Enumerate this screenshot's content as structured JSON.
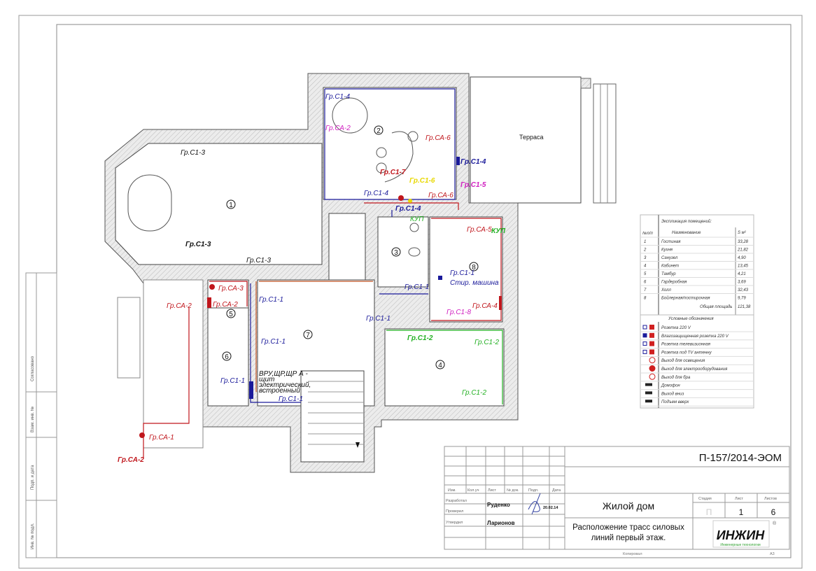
{
  "drawing": {
    "terrace_label": "Терраса",
    "room_numbers": [
      "1",
      "2",
      "3",
      "4",
      "5",
      "6",
      "7",
      "8"
    ],
    "labels": [
      "Гр.С1-3",
      "Гр.С1-3",
      "Гр.С1-3",
      "Гр.С1-4",
      "Гр.СА-2",
      "Гр.СА-6",
      "Гр.С1-4",
      "Гр.С1-7",
      "Гр.С1-6",
      "Гр.С1-5",
      "Гр.С1-4",
      "Гр.СА-6",
      "Гр.С1-4",
      "Гр.СА-5",
      "Гр.С1-1",
      "Стир. машина",
      "Гр.С1-1",
      "Гр.СА-4",
      "Гр.С1-8",
      "Гр.С1-1",
      "Гр.С1-2",
      "Гр.С1-2",
      "Гр.С1-2",
      "Гр.СА-3",
      "Гр.СА-2",
      "Гр.СА-2",
      "Гр.С1-1",
      "Гр.С1-1",
      "Гр.С1-1",
      "Гр.С1-1",
      "Гр.СА-1",
      "Гр.СА-2"
    ],
    "switchboard_note": [
      "ВРУ,ЩР,ЩР А -",
      "щит",
      "электрический,",
      "встроенный"
    ],
    "kup_label": "КУП",
    "colors": {
      "blue": "#1a1a9a",
      "red": "#c0161c",
      "magenta": "#d020c0",
      "green": "#22b022",
      "yellow": "#e8d800",
      "wall": "#d9d9d9"
    }
  },
  "explication": {
    "title": "Экспликация помещений:",
    "headers": [
      "№п/п",
      "Наименование",
      "S м²"
    ],
    "rows": [
      {
        "n": "1",
        "name": "Гостиная",
        "area": "33,28"
      },
      {
        "n": "2",
        "name": "Кухня",
        "area": "21,82"
      },
      {
        "n": "3",
        "name": "Санузел",
        "area": "4,90"
      },
      {
        "n": "4",
        "name": "Кабинет",
        "area": "13,45"
      },
      {
        "n": "5",
        "name": "Тамбур",
        "area": "4,21"
      },
      {
        "n": "6",
        "name": "Гардеробная",
        "area": "3,69"
      },
      {
        "n": "7",
        "name": "Холл",
        "area": "32,43"
      },
      {
        "n": "8",
        "name": "Бойлерная/постирочная",
        "area": "9,79"
      }
    ],
    "total_label": "Общая площадь",
    "total_value": "121,38"
  },
  "legend": {
    "title": "Условные обозначения",
    "items": [
      "Розетка 220 V",
      "Влагозащищенная розетка 220 V",
      "Розетка телевизионная",
      "Розетка под TV антенну",
      "Выход для освещения",
      "Выход для электрооборудования",
      "Выход для бра",
      "Домофон",
      "Выход вниз",
      "Подъем вверх"
    ]
  },
  "title_block": {
    "code": "П-157/2014-ЭОМ",
    "col_heads": [
      "Изм.",
      "Кол.уч",
      "Лист",
      "№ док.",
      "Подп.",
      "Дата"
    ],
    "roles": [
      "Разработал",
      "Проверил",
      "Утвердил"
    ],
    "developer": "Руденко",
    "approver": "Ларионов",
    "date": "20.02.14",
    "object": "Жилой дом",
    "stage_heads": [
      "Стадия",
      "Лист",
      "Листов"
    ],
    "stage": "П",
    "sheet": "1",
    "sheets": "6",
    "sheet_title_1": "Расположение трасс силовых",
    "sheet_title_2": "линий первый этаж.",
    "logo": "ИНЖИН",
    "logo_sub": "Инженерные технологии",
    "copied": "Копировал",
    "format": "A3"
  },
  "side_stamps": [
    "Согласовано",
    "Взам. инв. №",
    "Подп. и дата",
    "Инв. № подл."
  ]
}
